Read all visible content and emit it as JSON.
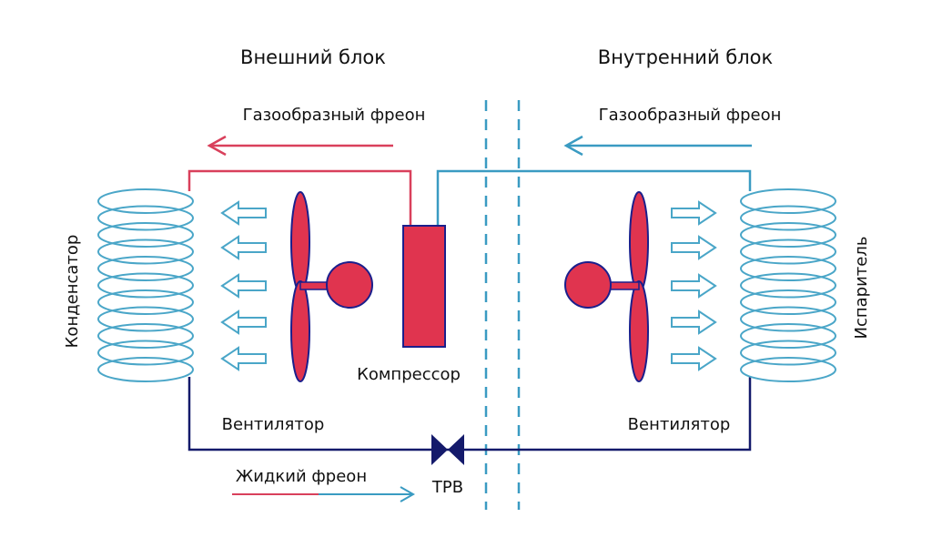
{
  "outdoor_unit": {
    "title": "Внешний блок",
    "gas_label": "Газообразный фреон",
    "coil_label": "Конденсатор",
    "fan_label": "Вентилятор",
    "compressor_label": "Компрессор",
    "liquid_label": "Жидкий фреон"
  },
  "indoor_unit": {
    "title": "Внутренний блок",
    "gas_label": "Газообразный фреон",
    "coil_label": "Испаритель",
    "fan_label": "Вентилятор"
  },
  "valve": {
    "label": "ТРВ"
  },
  "colors": {
    "hot_line": "#d9405b",
    "cold_line": "#3a9bc2",
    "liquid_line": "#141a6b",
    "component_fill": "#e0344f",
    "component_stroke": "#1b1f8c",
    "coil": "#4aa6c8",
    "air_arrow": "#4aa6c8",
    "divider": "#3a9bc2"
  }
}
